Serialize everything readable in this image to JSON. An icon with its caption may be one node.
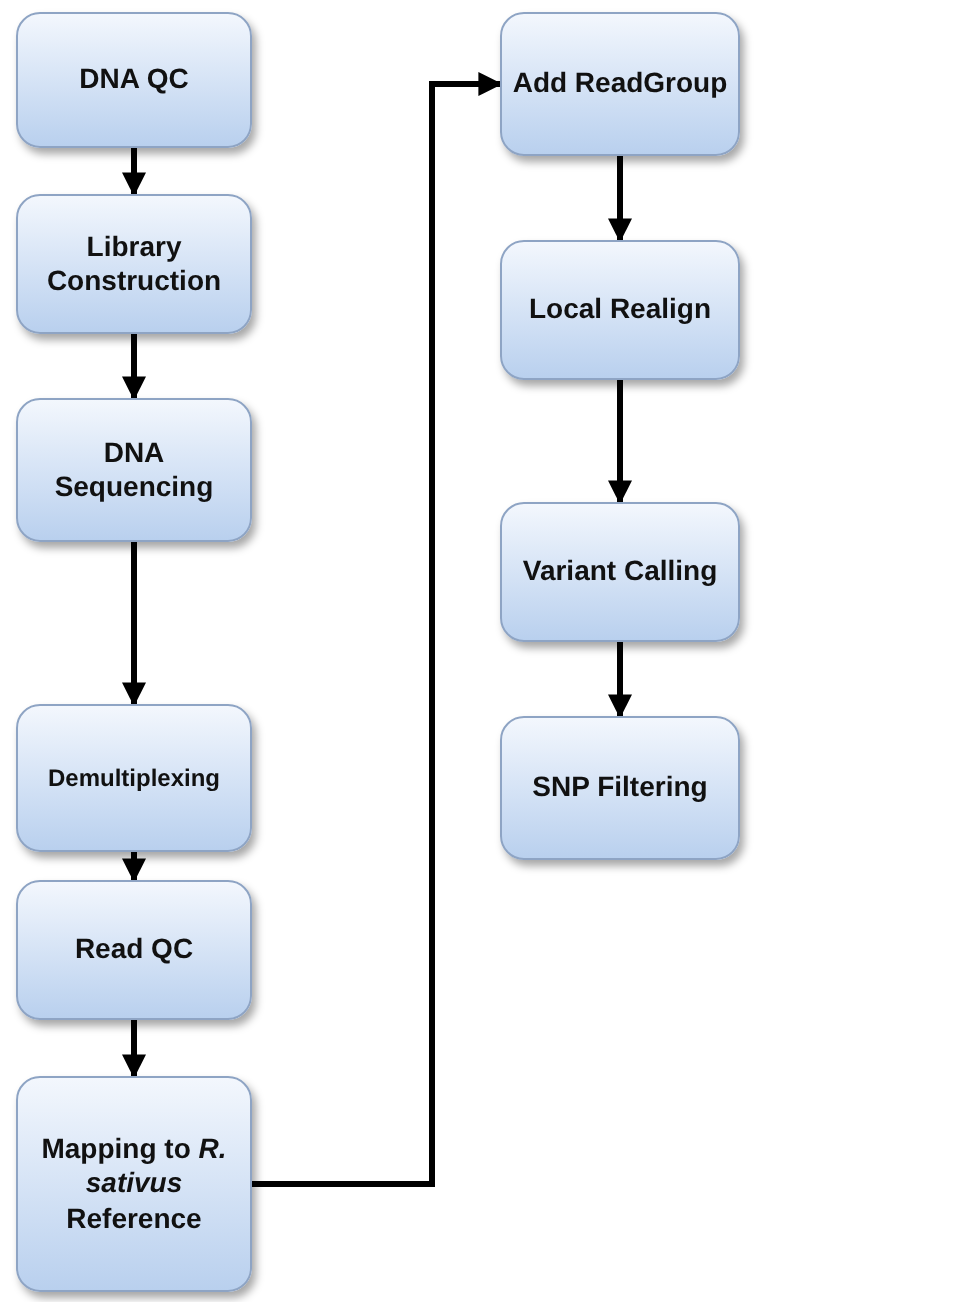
{
  "diagram": {
    "nodes": [
      {
        "text": [
          "DNA QC"
        ]
      },
      {
        "text": [
          "Library Construction"
        ]
      },
      {
        "text": [
          "DNA Sequencing"
        ]
      },
      {
        "text": [
          "Demultiplexing"
        ]
      },
      {
        "text": [
          "Read QC"
        ]
      },
      {
        "text": [
          "Mapping to *R. sativus* Reference"
        ]
      },
      {
        "text": [
          "Add ReadGroup"
        ]
      },
      {
        "text": [
          "Local Realign"
        ]
      },
      {
        "text": [
          "Variant Calling"
        ]
      },
      {
        "text": [
          "SNP Filtering"
        ]
      }
    ],
    "edges": [
      {
        "from": 0,
        "to": 1,
        "arrow": "to"
      },
      {
        "from": 1,
        "to": 2,
        "arrow": "to"
      },
      {
        "from": 2,
        "to": 3,
        "arrow": "to"
      },
      {
        "from": 3,
        "to": 4,
        "arrow": "to"
      },
      {
        "from": 4,
        "to": 5,
        "arrow": "to"
      },
      {
        "from": 5,
        "to": 6,
        "arrow": "to"
      },
      {
        "from": 6,
        "to": 7,
        "arrow": "to"
      },
      {
        "from": 7,
        "to": 8,
        "arrow": "to"
      },
      {
        "from": 8,
        "to": 9,
        "arrow": "to"
      }
    ]
  }
}
